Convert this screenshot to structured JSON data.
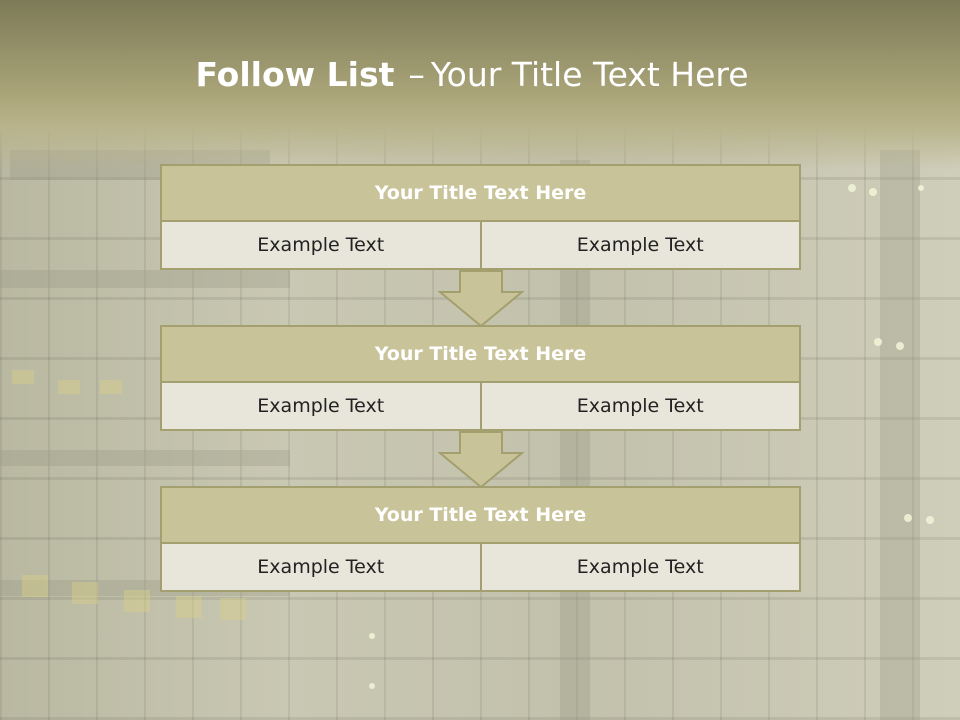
{
  "slide": {
    "title_bold": "Follow List",
    "title_sep": "–",
    "title_rest": "Your Title Text Here"
  },
  "colors": {
    "header_band": "#8a8660",
    "block_header": "#c9c399",
    "block_border": "#a39f6e",
    "cell_bg": "#e8e6da"
  },
  "blocks": [
    {
      "header": "Your Title Text Here",
      "left": "Example Text",
      "right": "Example Text"
    },
    {
      "header": "Your Title Text Here",
      "left": "Example Text",
      "right": "Example Text"
    },
    {
      "header": "Your Title Text Here",
      "left": "Example Text",
      "right": "Example Text"
    }
  ],
  "icons": [
    "arrow-down-icon",
    "arrow-down-icon"
  ]
}
